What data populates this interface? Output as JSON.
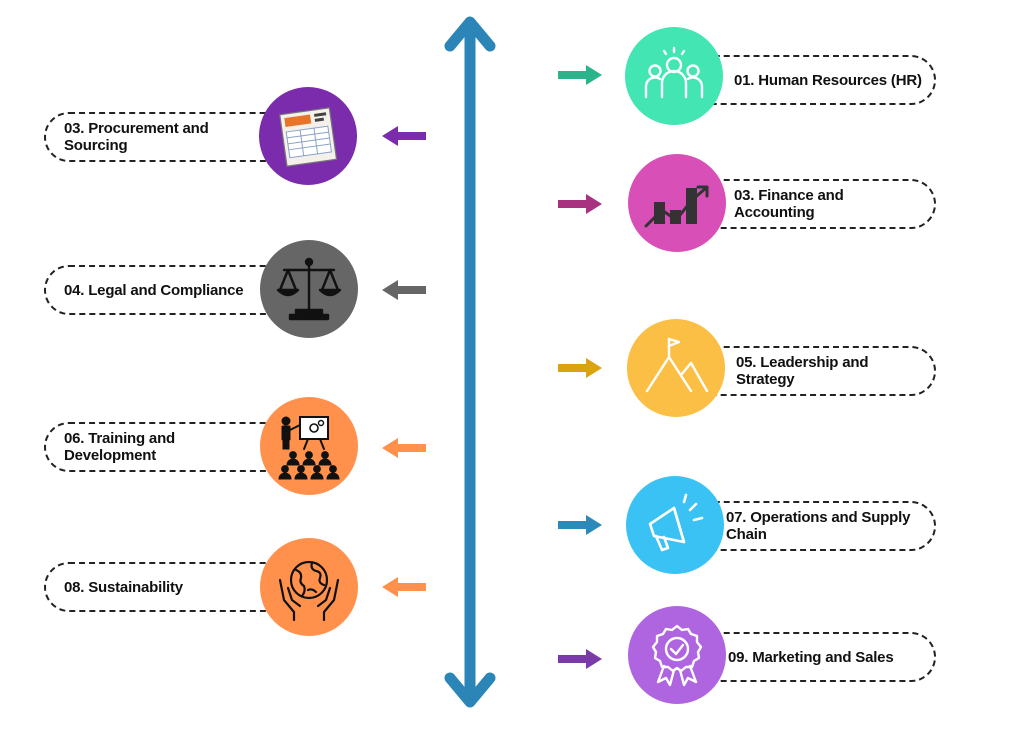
{
  "axis": {
    "color": "#2b85b7"
  },
  "items": [
    {
      "label": "01. Human Resources (HR)",
      "side": "right",
      "color": "#43e5b2",
      "arrow_color": "#2bb38b",
      "icon": "team-icon"
    },
    {
      "label": "03. Finance and Accounting",
      "side": "right",
      "color": "#d94fb8",
      "arrow_color": "#a8327f",
      "icon": "growth-chart-icon"
    },
    {
      "label": "05. Leadership and Strategy",
      "side": "right",
      "color": "#fbbf45",
      "arrow_color": "#d9a40f",
      "icon": "mountain-flag-icon"
    },
    {
      "label": "07. Operations and Supply Chain",
      "side": "right",
      "color": "#3bc2f5",
      "arrow_color": "#2b8ab8",
      "icon": "megaphone-icon"
    },
    {
      "label": "09. Marketing and Sales",
      "side": "right",
      "color": "#b065e0",
      "arrow_color": "#7a3aa8",
      "icon": "award-badge-icon"
    },
    {
      "label": "03. Procurement and Sourcing",
      "side": "left",
      "color": "#7b2cad",
      "arrow_color": "#7b2cad",
      "icon": "purchase-order-icon"
    },
    {
      "label": "04. Legal and Compliance",
      "side": "left",
      "color": "#666666",
      "arrow_color": "#666666",
      "icon": "scales-icon"
    },
    {
      "label": "06. Training and Development",
      "side": "left",
      "color": "#ff914d",
      "arrow_color": "#ff914d",
      "icon": "presentation-icon"
    },
    {
      "label": "08. Sustainability",
      "side": "left",
      "color": "#ff914d",
      "arrow_color": "#ff914d",
      "icon": "earth-hands-icon"
    }
  ]
}
